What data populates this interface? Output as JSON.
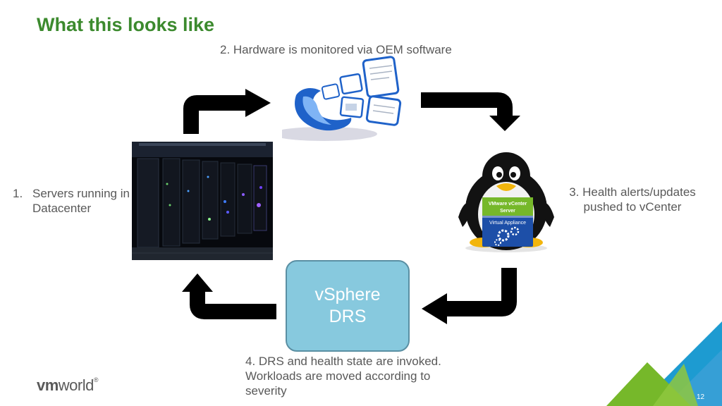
{
  "slide": {
    "title": "What this looks like",
    "page_number": "12"
  },
  "steps": {
    "step1": {
      "number": "1.",
      "text": "Servers running in Datacenter"
    },
    "step2": "2. Hardware is monitored via OEM software",
    "step3": {
      "line1": "3. Health alerts/updates",
      "line2": "pushed to vCenter"
    },
    "step4": {
      "line1": "4. DRS and health state are invoked.",
      "line2": "Workloads are moved according to",
      "line3": "severity"
    }
  },
  "drs_box": {
    "line1": "vSphere",
    "line2": "DRS"
  },
  "appliance": {
    "line1": "VMware vCenter",
    "line2": "Server",
    "line3": "Virtual Appliance"
  },
  "logo": {
    "brand_bold": "vm",
    "brand_rest": "world",
    "mark": "®"
  },
  "colors": {
    "title_green": "#3c8a2e",
    "label_gray": "#595959",
    "drs_fill": "#87c9de",
    "corner_green": "#76b82a",
    "corner_blue": "#1d9bd1"
  }
}
